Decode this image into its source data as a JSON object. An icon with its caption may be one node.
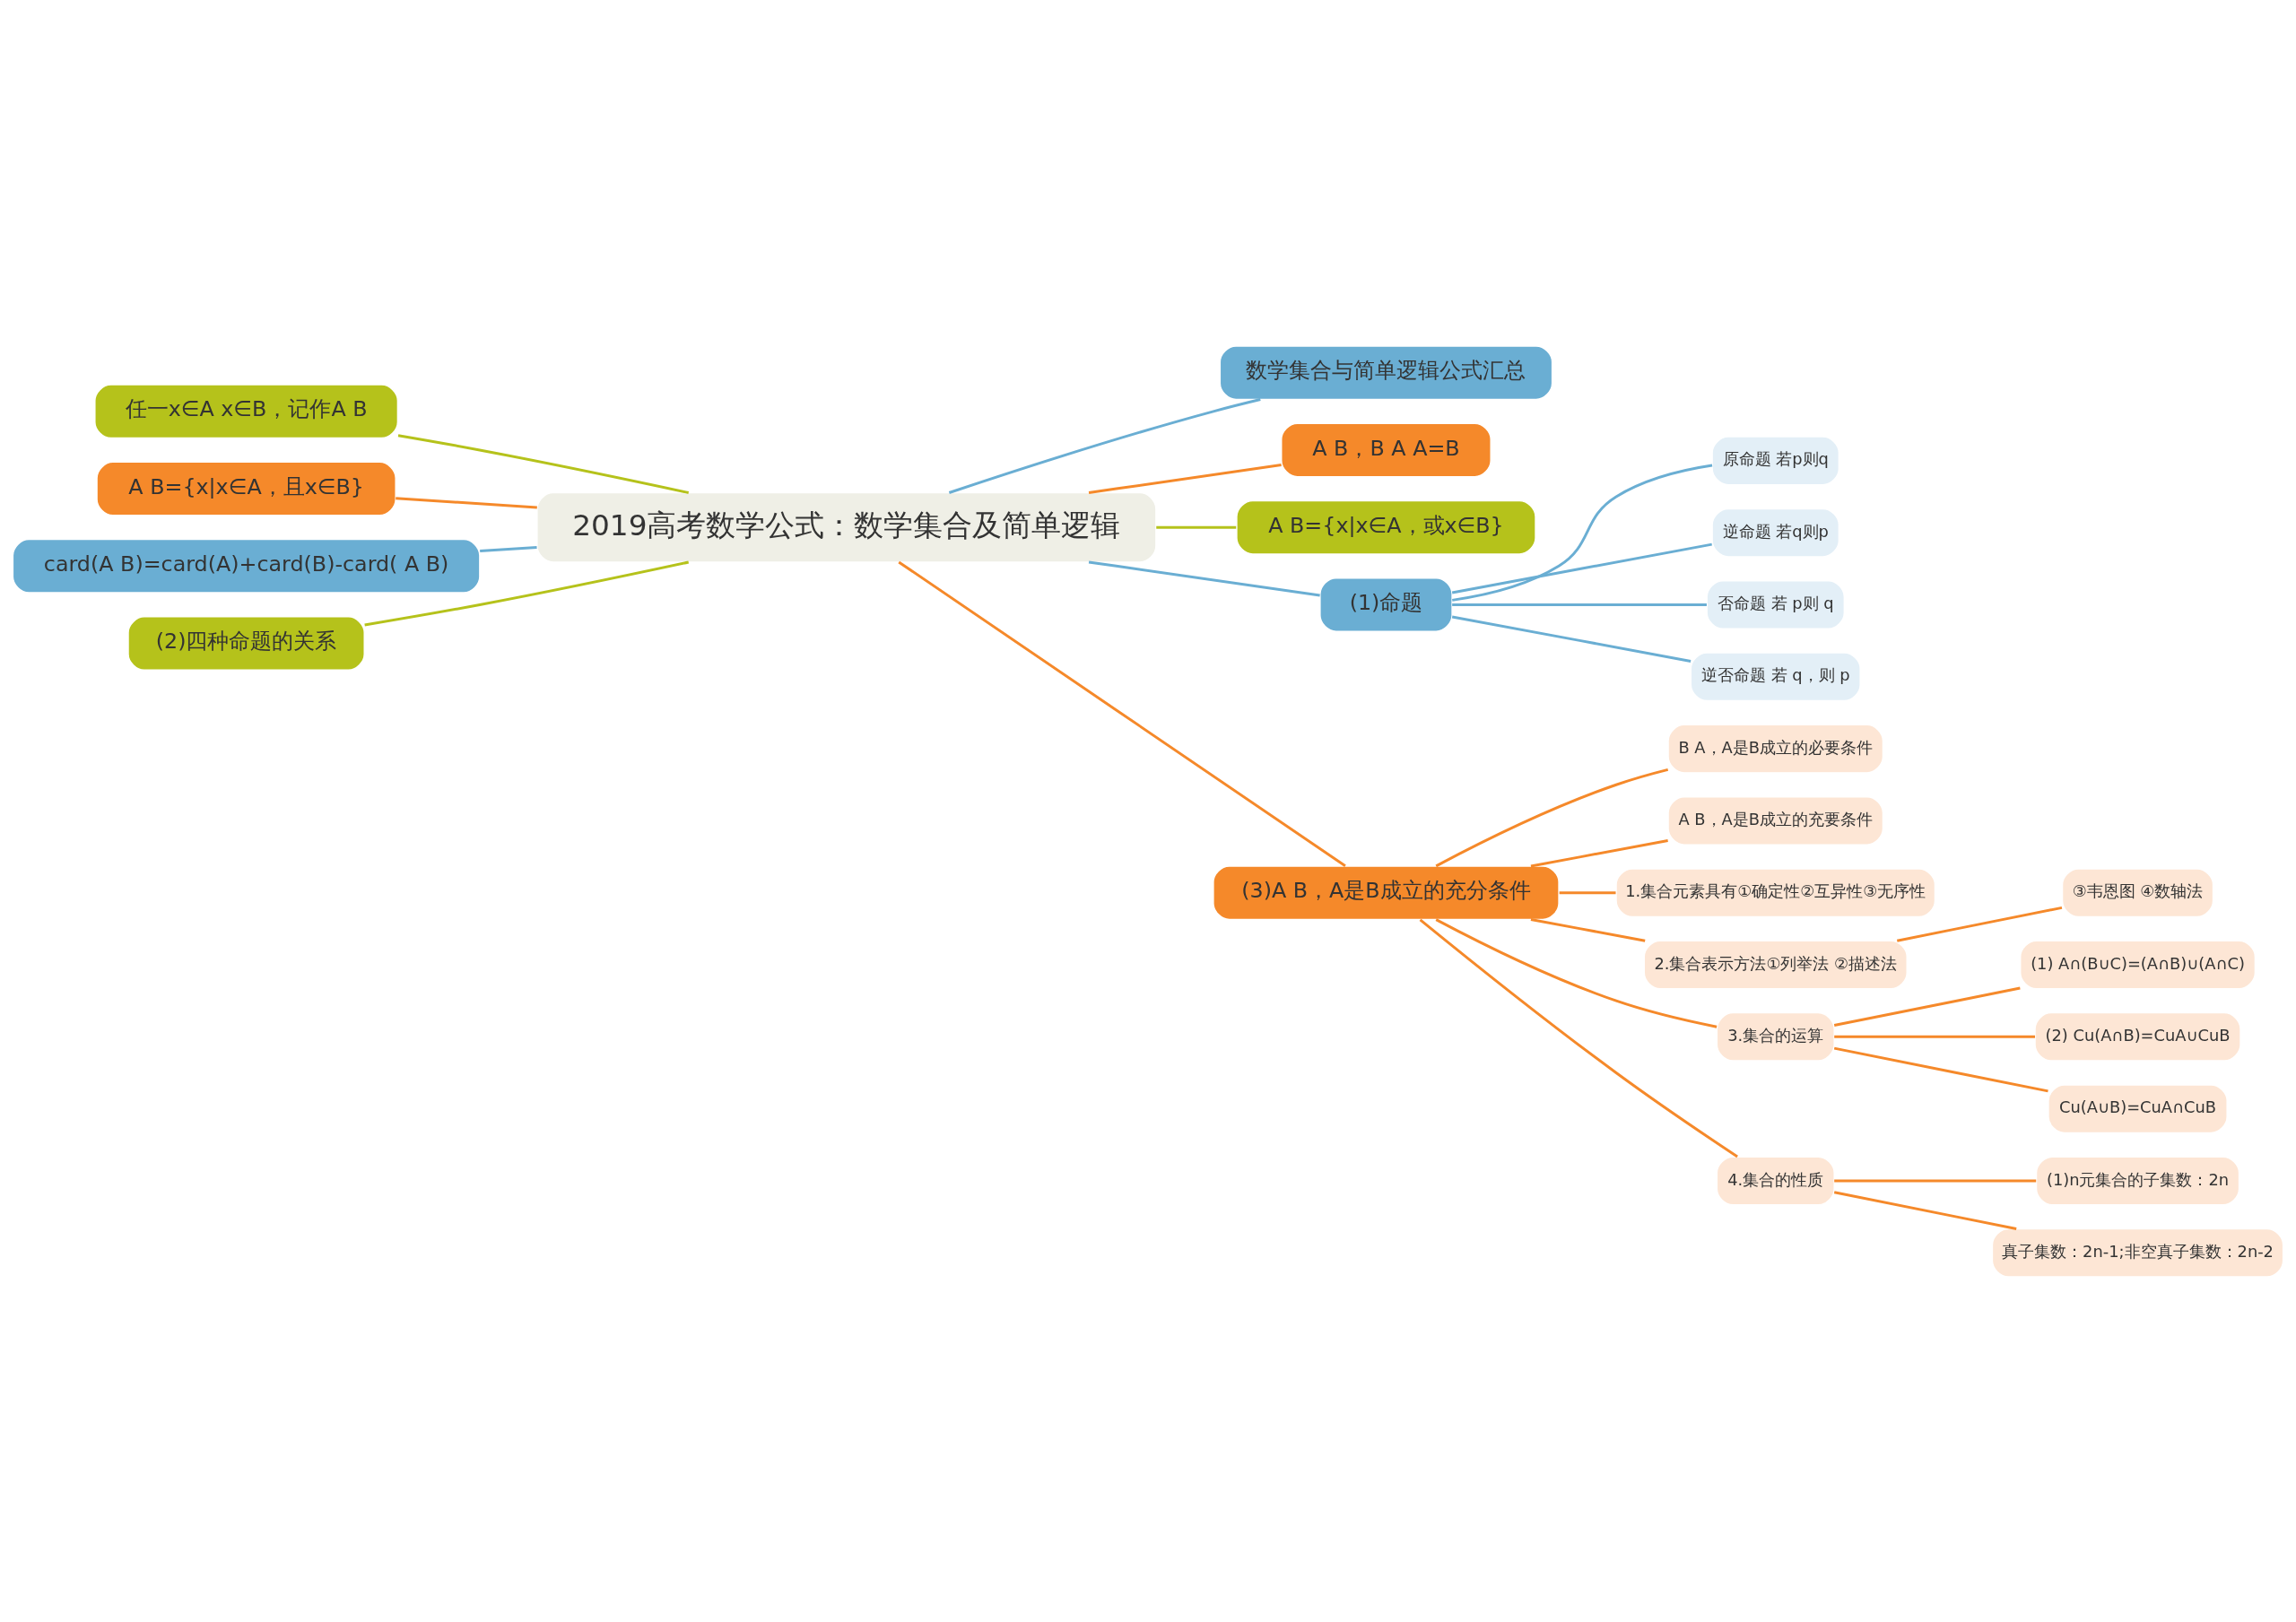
{
  "diagram": {
    "nodes": [
      {
        "text": [
          "2019高考数学公式：数学集合及简单逻辑"
        ]
      },
      {
        "text": [
          "数学集合与简单逻辑公式汇总"
        ]
      },
      {
        "text": [
          "A B，B A A=B"
        ]
      },
      {
        "text": [
          "A B={x|x∈A，或x∈B}"
        ]
      },
      {
        "text": [
          "(1)命题"
        ]
      },
      {
        "text": [
          "原命题 若p则q"
        ]
      },
      {
        "text": [
          "逆命题 若q则p"
        ]
      },
      {
        "text": [
          "否命题 若 p则 q"
        ]
      },
      {
        "text": [
          "逆否命题 若 q，则 p"
        ]
      },
      {
        "text": [
          "(3)A B，A是B成立的充分条件"
        ]
      },
      {
        "text": [
          "B A，A是B成立的必要条件"
        ]
      },
      {
        "text": [
          "A B，A是B成立的充要条件"
        ]
      },
      {
        "text": [
          "1.集合元素具有①确定性②互异性③无序性"
        ]
      },
      {
        "text": [
          "2.集合表示方法①列举法 ②描述法"
        ]
      },
      {
        "text": [
          "③韦恩图 ④数轴法"
        ]
      },
      {
        "text": [
          "3.集合的运算"
        ]
      },
      {
        "text": [
          "(1) A∩(B∪C)=(A∩B)∪(A∩C)"
        ]
      },
      {
        "text": [
          "(2) Cu(A∩B)=CuA∪CuB"
        ]
      },
      {
        "text": [
          "Cu(A∪B)=CuA∩CuB"
        ]
      },
      {
        "text": [
          "4.集合的性质"
        ]
      },
      {
        "text": [
          "(1)n元集合的子集数：2n"
        ]
      },
      {
        "text": [
          "真子集数：2n-1;非空真子集数：2n-2"
        ]
      },
      {
        "text": [
          "任一x∈A x∈B，记作A B"
        ]
      },
      {
        "text": [
          "A B={x|x∈A，且x∈B}"
        ]
      },
      {
        "text": [
          "card(A B)=card(A)+card(B)-card( A B)"
        ]
      },
      {
        "text": [
          "(2)四种命题的关系"
        ]
      }
    ],
    "edges": [
      {
        "from": 0,
        "to": 1,
        "arrow": "none",
        "color": "#6aaed3"
      },
      {
        "from": 0,
        "to": 2,
        "arrow": "none"
      },
      {
        "from": 0,
        "to": 3,
        "arrow": "none",
        "color": "#b5c21b"
      },
      {
        "from": 0,
        "to": 4,
        "arrow": "none",
        "color": "#6aaed3"
      },
      {
        "from": 4,
        "to": 5,
        "arrow": "none",
        "color": "#6aaed3"
      },
      {
        "from": 4,
        "to": 6,
        "arrow": "none",
        "color": "#6aaed3"
      },
      {
        "from": 4,
        "to": 7,
        "arrow": "none",
        "color": "#6aaed3"
      },
      {
        "from": 4,
        "to": 8,
        "arrow": "none",
        "color": "#6aaed3"
      },
      {
        "from": 0,
        "to": 9,
        "arrow": "none"
      },
      {
        "from": 9,
        "to": 10,
        "arrow": "none"
      },
      {
        "from": 9,
        "to": 11,
        "arrow": "none"
      },
      {
        "from": 9,
        "to": 12,
        "arrow": "none"
      },
      {
        "from": 9,
        "to": 13,
        "arrow": "none"
      },
      {
        "from": 13,
        "to": 14,
        "arrow": "none"
      },
      {
        "from": 9,
        "to": 15,
        "arrow": "none"
      },
      {
        "from": 15,
        "to": 16,
        "arrow": "none"
      },
      {
        "from": 15,
        "to": 17,
        "arrow": "none"
      },
      {
        "from": 15,
        "to": 18,
        "arrow": "none"
      },
      {
        "from": 9,
        "to": 19,
        "arrow": "none"
      },
      {
        "from": 19,
        "to": 20,
        "arrow": "none"
      },
      {
        "from": 19,
        "to": 21,
        "arrow": "none"
      },
      {
        "from": 0,
        "to": 22,
        "arrow": "none",
        "color": "#b5c21b"
      },
      {
        "from": 0,
        "to": 23,
        "arrow": "none"
      },
      {
        "from": 0,
        "to": 24,
        "arrow": "none",
        "color": "#6aaed3"
      },
      {
        "from": 0,
        "to": 25,
        "arrow": "none",
        "color": "#b5c21b"
      }
    ]
  }
}
